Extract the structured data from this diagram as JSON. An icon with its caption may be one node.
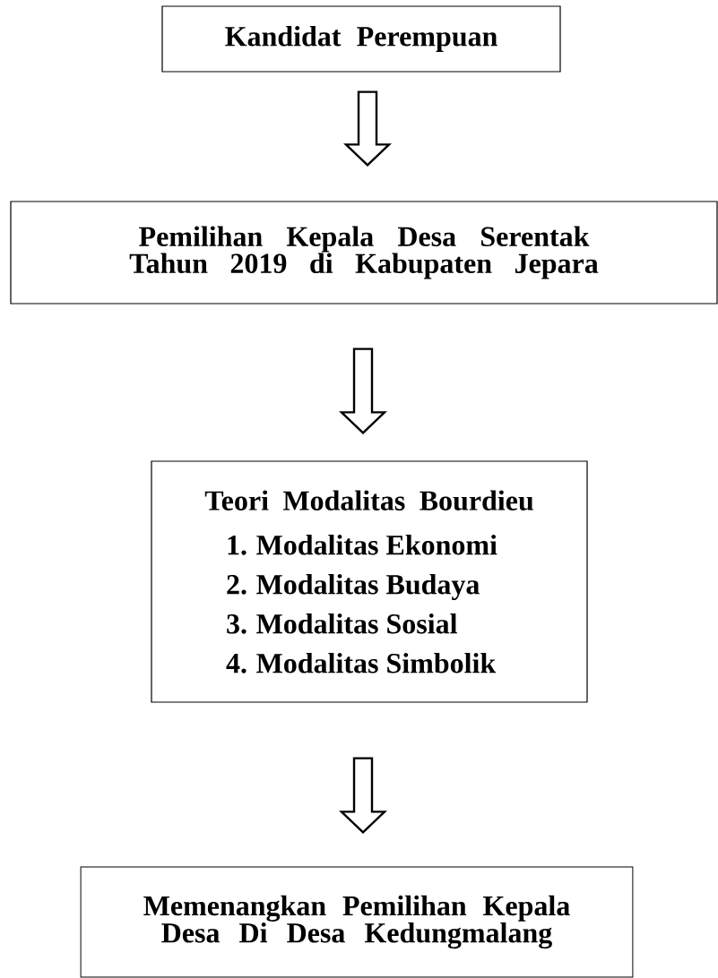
{
  "diagram": {
    "nodes": [
      {
        "text": [
          "Kandidat Perempuan"
        ]
      },
      {
        "text": [
          "Pemilihan Kepala Desa Serentak Tahun 2019 di Kabupaten Jepara"
        ]
      },
      {
        "text": [
          "Teori Modalitas Bourdieu",
          "1. Modalitas Ekonomi",
          "2. Modalitas Budaya",
          "3. Modalitas Sosial",
          "4. Modalitas Simbolik"
        ]
      },
      {
        "text": [
          "Memenangkan Pemilihan Kepala Desa Di Desa Kedungmalang"
        ]
      }
    ],
    "edges": [
      {
        "from": 0,
        "to": 1,
        "arrow": "to"
      },
      {
        "from": 1,
        "to": 2,
        "arrow": "to"
      },
      {
        "from": 2,
        "to": 3,
        "arrow": "to"
      }
    ]
  }
}
